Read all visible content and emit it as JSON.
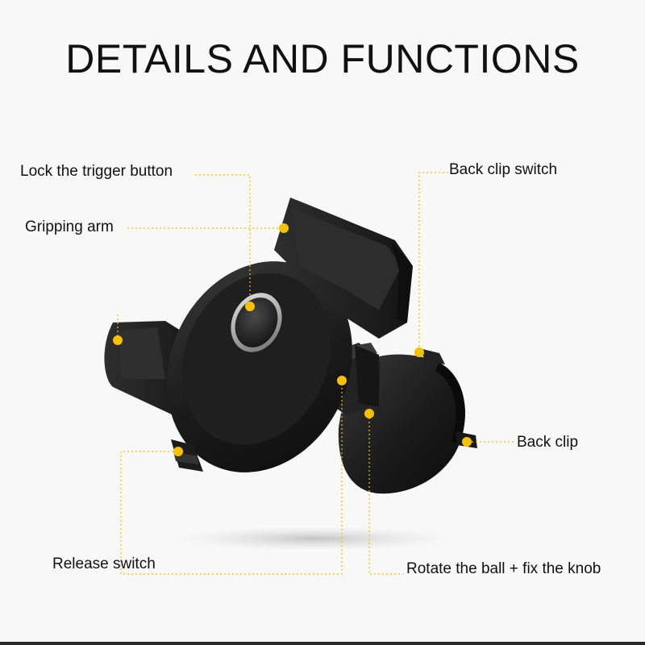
{
  "title": "DETAILS AND FUNCTIONS",
  "labels": {
    "lock_trigger": "Lock the trigger button",
    "gripping_arm": "Gripping arm",
    "back_clip_switch": "Back clip switch",
    "back_clip": "Back clip",
    "release_switch": "Release switch",
    "rotate_ball": "Rotate the ball + fix the knob"
  },
  "colors": {
    "background": "#f8f8f8",
    "callout_dot": "#f6c200",
    "leader_line": "#f0c000",
    "product_body": "#1c1c1c"
  },
  "icons": {
    "product": "car-air-vent-phone-holder"
  }
}
